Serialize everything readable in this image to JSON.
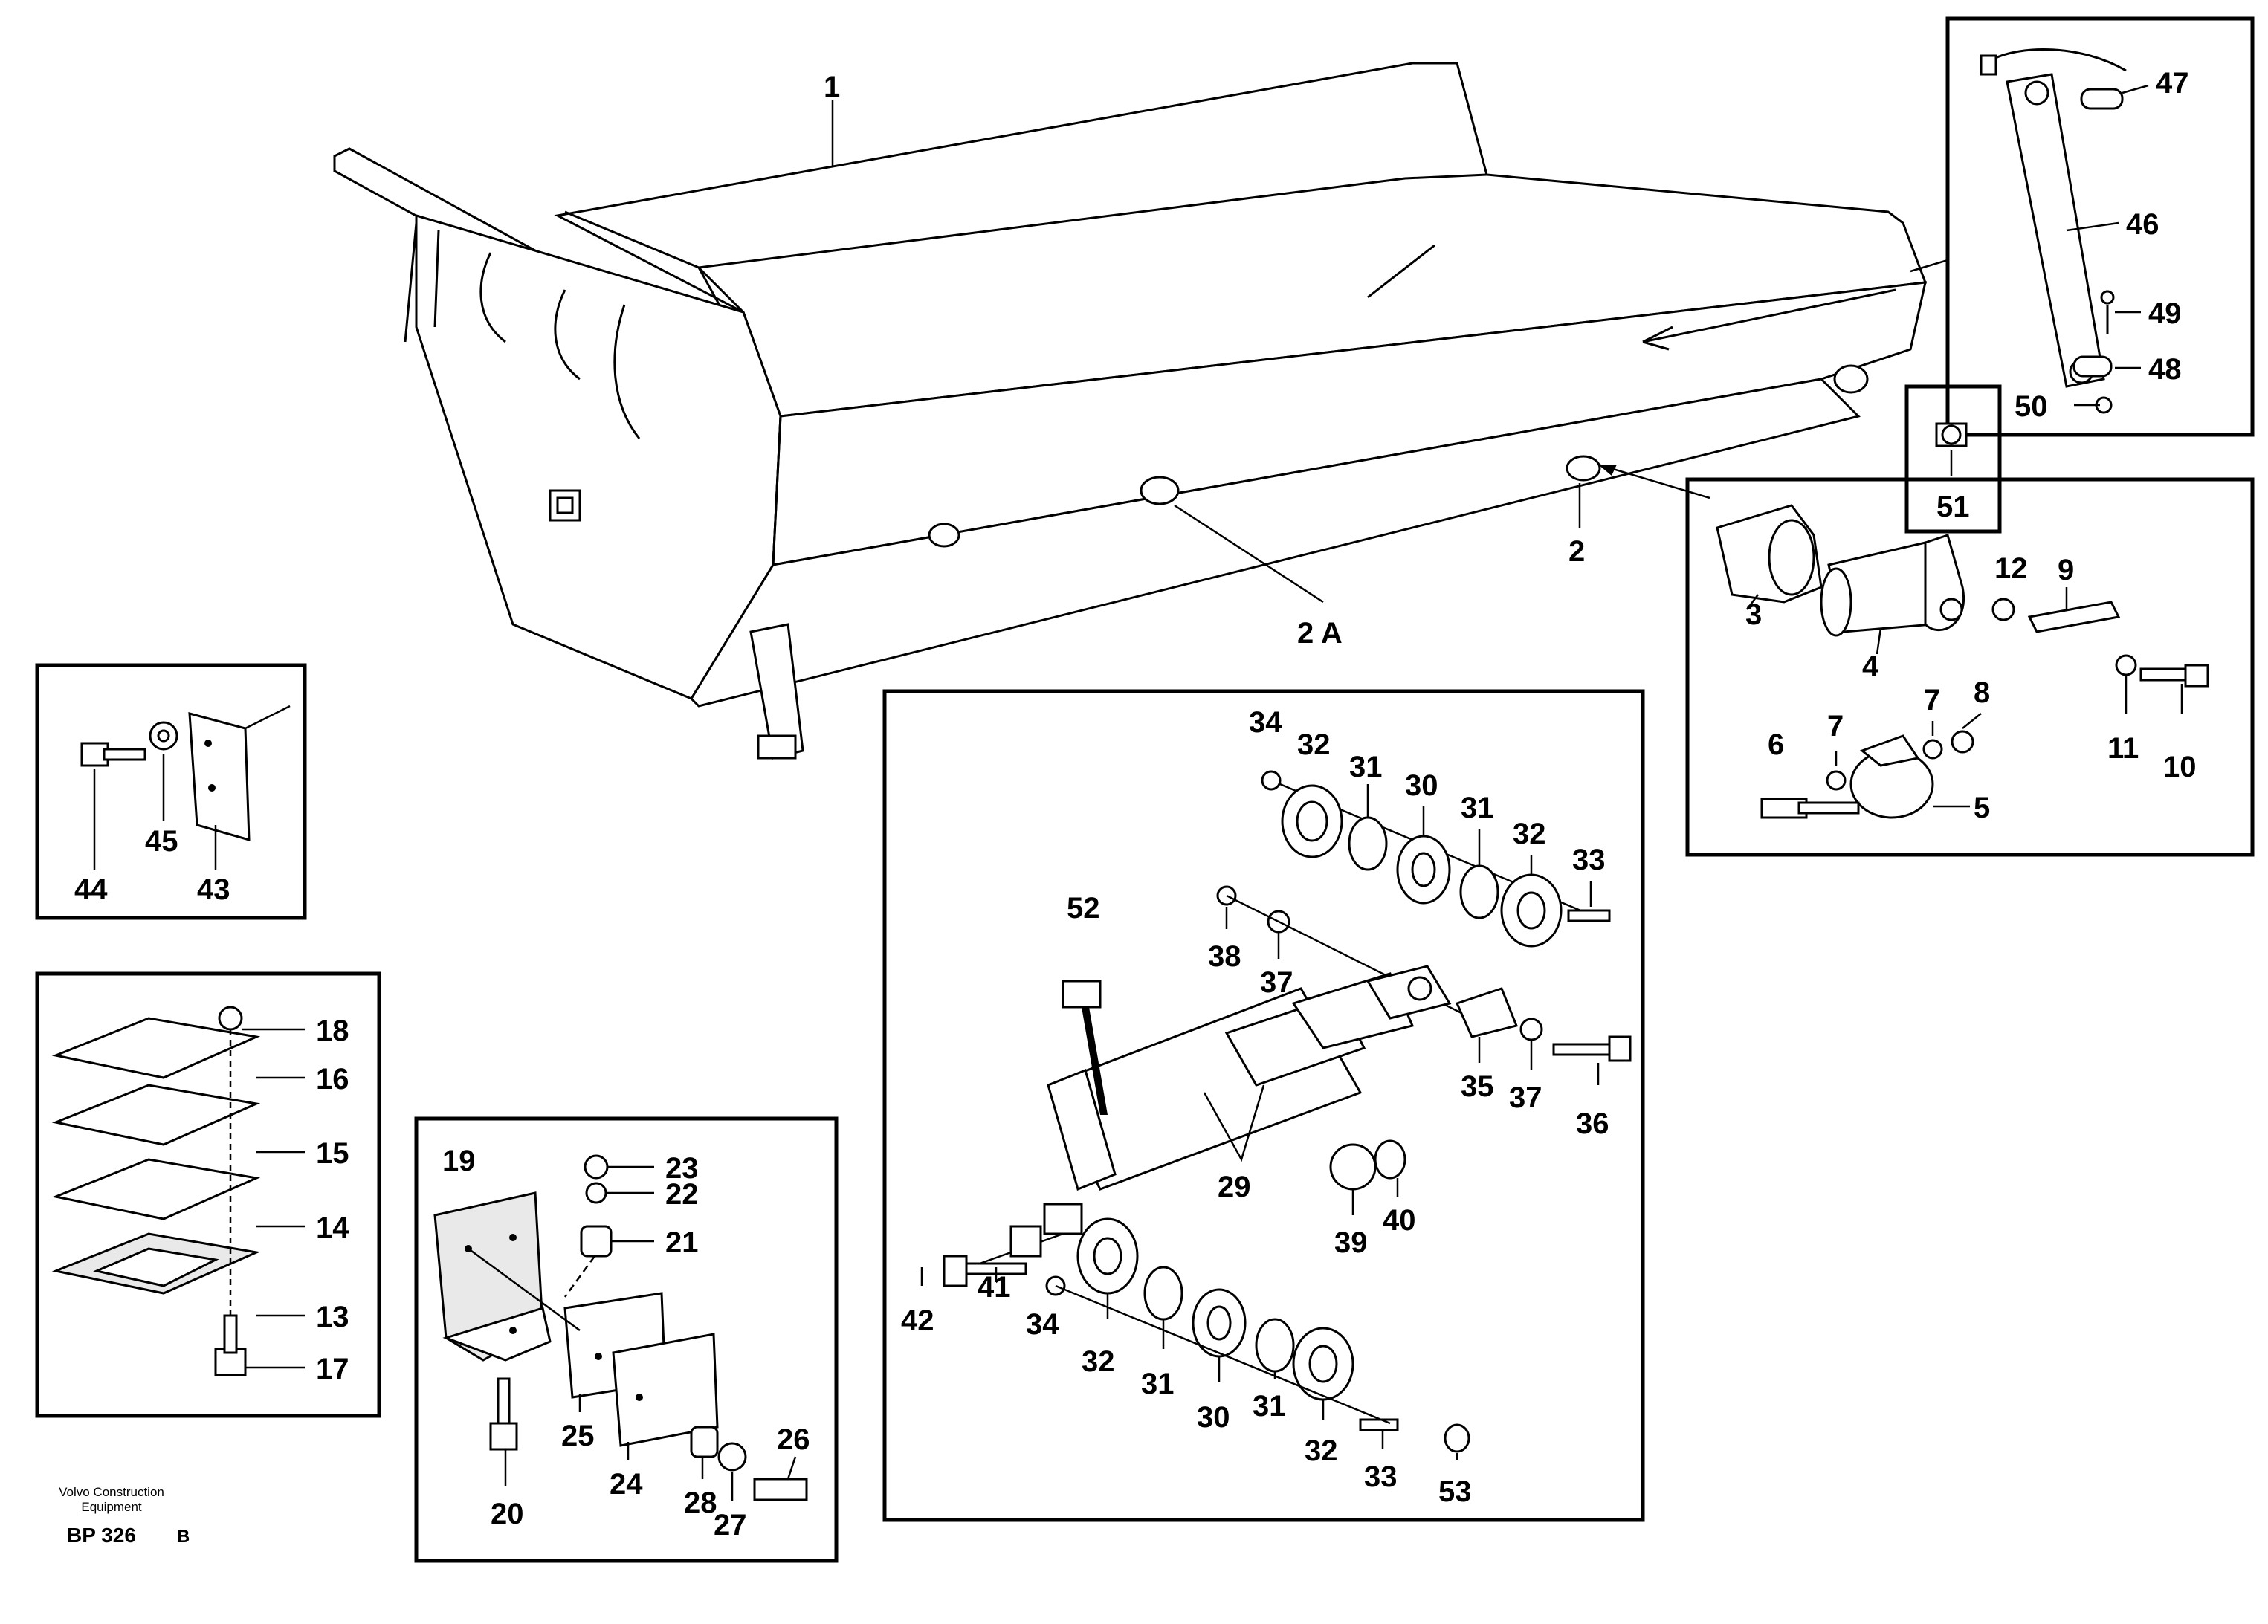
{
  "footer": {
    "company_line1": "Volvo Construction",
    "company_line2": "Equipment",
    "drawing_code": "BP 326",
    "drawing_suffix": "B"
  },
  "callouts": {
    "c1": "1",
    "c2": "2",
    "c2a": "2 A",
    "c3": "3",
    "c4": "4",
    "c5": "5",
    "c6": "6",
    "c7a": "7",
    "c7b": "7",
    "c8": "8",
    "c9": "9",
    "c10": "10",
    "c11": "11",
    "c12": "12",
    "c13": "13",
    "c14": "14",
    "c15": "15",
    "c16": "16",
    "c17": "17",
    "c18": "18",
    "c19": "19",
    "c20": "20",
    "c21": "21",
    "c22": "22",
    "c23": "23",
    "c24": "24",
    "c25": "25",
    "c26": "26",
    "c27": "27",
    "c28": "28",
    "c29": "29",
    "c30a": "30",
    "c30b": "30",
    "c31a": "31",
    "c31b": "31",
    "c31c": "31",
    "c31d": "31",
    "c32a": "32",
    "c32b": "32",
    "c32c": "32",
    "c32d": "32",
    "c33a": "33",
    "c33b": "33",
    "c34a": "34",
    "c34b": "34",
    "c35": "35",
    "c36": "36",
    "c37a": "37",
    "c37b": "37",
    "c38": "38",
    "c39": "39",
    "c40": "40",
    "c41": "41",
    "c42": "42",
    "c43": "43",
    "c44": "44",
    "c45": "45",
    "c46": "46",
    "c47": "47",
    "c48": "48",
    "c49": "49",
    "c50": "50",
    "c51": "51",
    "c52": "52",
    "c53": "53"
  }
}
